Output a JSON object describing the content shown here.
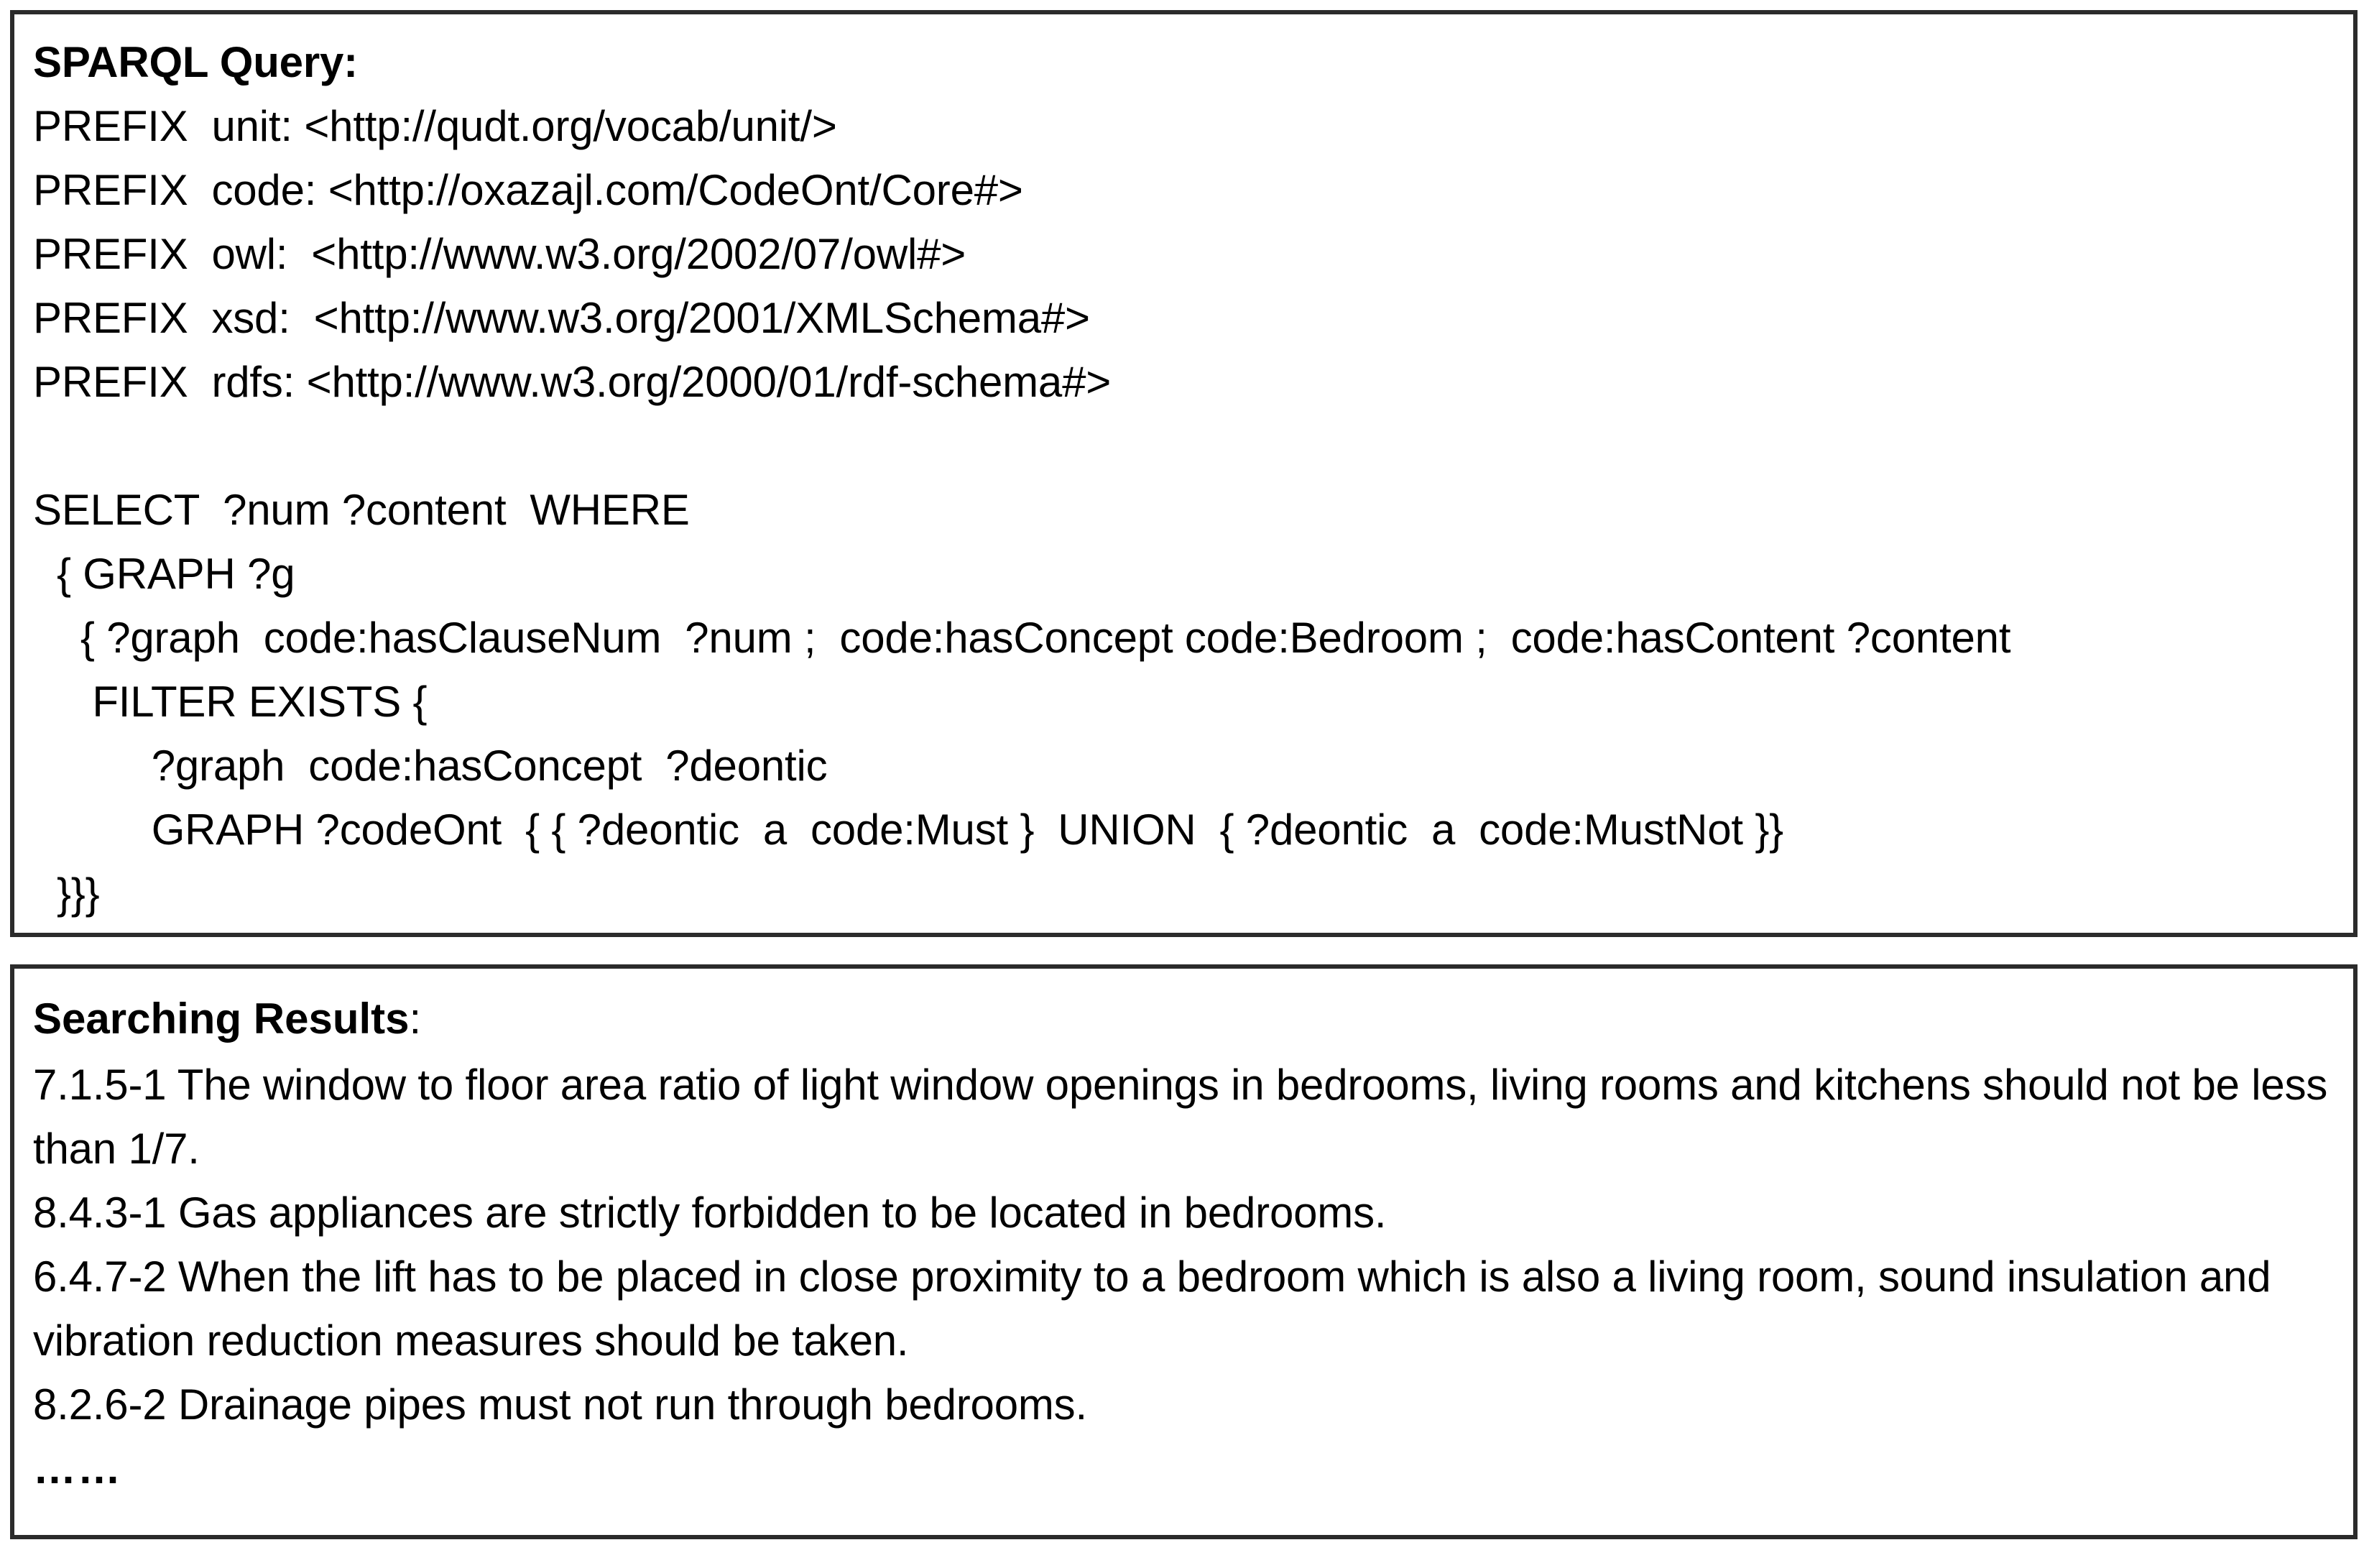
{
  "query_panel": {
    "title": "SPARQL Query:",
    "lines": [
      "PREFIX  unit: <http://qudt.org/vocab/unit/>",
      "PREFIX  code: <http://oxazajl.com/CodeOnt/Core#>",
      "PREFIX  owl:  <http://www.w3.org/2002/07/owl#>",
      "PREFIX  xsd:  <http://www.w3.org/2001/XMLSchema#>",
      "PREFIX  rdfs: <http://www.w3.org/2000/01/rdf-schema#>",
      "",
      "SELECT  ?num ?content  WHERE",
      "  { GRAPH ?g",
      "    { ?graph  code:hasClauseNum  ?num ;  code:hasConcept code:Bedroom ;  code:hasContent ?content",
      "     FILTER EXISTS {",
      "          ?graph  code:hasConcept  ?deontic",
      "          GRAPH ?codeOnt  { { ?deontic  a  code:Must }  UNION  { ?deontic  a  code:MustNot }}",
      "  }}}"
    ]
  },
  "results_panel": {
    "title_bold": "Searching Results",
    "title_suffix": ":",
    "entries": [
      "7.1.5-1 The window to floor area ratio of light window openings in bedrooms, living rooms and kitchens should not be less than 1/7.",
      "8.4.3-1 Gas appliances are strictly forbidden to be located in bedrooms.",
      "6.4.7-2 When the lift has to be placed in close proximity to a bedroom which is also a living room, sound insulation and vibration reduction measures should be taken.",
      "8.2.6-2 Drainage pipes must not run through bedrooms."
    ],
    "ellipsis": "……"
  },
  "colors": {
    "border": "#2b2b2b",
    "text": "#000000",
    "background": "#ffffff"
  }
}
